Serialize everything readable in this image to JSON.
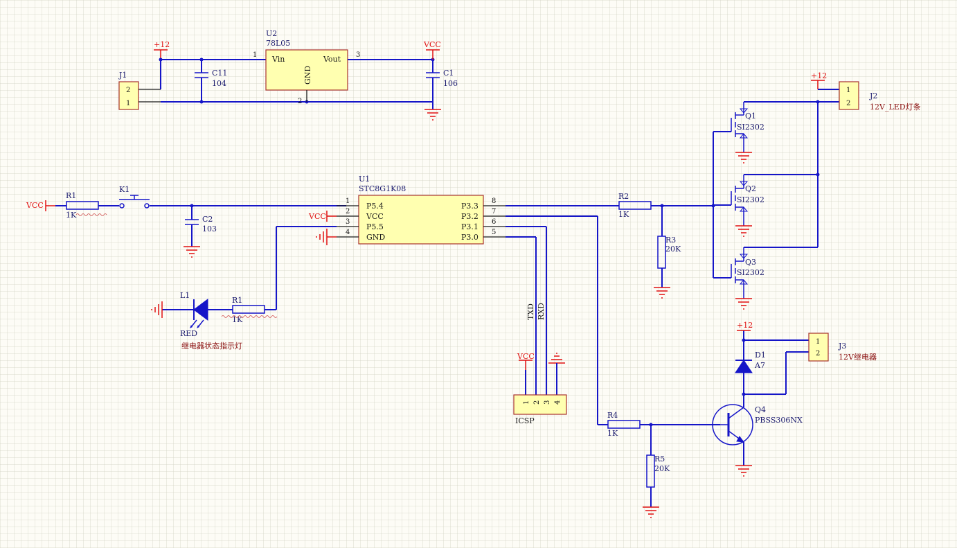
{
  "power": {
    "vcc": "VCC",
    "p12": "+12"
  },
  "regulator": {
    "designator": "U2",
    "value": "78L05",
    "vin": "Vin",
    "vout": "Vout",
    "gnd": "GND",
    "pin_in": "1",
    "pin_out": "3",
    "pin_gnd": "2"
  },
  "connectors": {
    "j1": {
      "designator": "J1",
      "pin_a": "2",
      "pin_b": "1"
    },
    "j2": {
      "designator": "J2",
      "value": "12V_LED灯条",
      "pin_a": "1",
      "pin_b": "2"
    },
    "j3": {
      "designator": "J3",
      "value": "12V继电器",
      "pin_a": "1",
      "pin_b": "2"
    },
    "icsp": {
      "label": "ICSP",
      "pins": [
        "1",
        "2",
        "3",
        "4"
      ]
    }
  },
  "capacitors": {
    "c11": {
      "designator": "C11",
      "value": "104"
    },
    "c1": {
      "designator": "C1",
      "value": "106"
    },
    "c2": {
      "designator": "C2",
      "value": "103"
    }
  },
  "resistors": {
    "r1_top": {
      "designator": "R1",
      "value": "1K"
    },
    "r1_led": {
      "designator": "R1",
      "value": "1K"
    },
    "r2": {
      "designator": "R2",
      "value": "1K"
    },
    "r3": {
      "designator": "R3",
      "value": "20K"
    },
    "r4": {
      "designator": "R4",
      "value": "1K"
    },
    "r5": {
      "designator": "R5",
      "value": "20K"
    }
  },
  "switch": {
    "designator": "K1"
  },
  "mcu": {
    "designator": "U1",
    "value": "STC8G1K08",
    "left_pins": [
      {
        "num": "1",
        "name": "P5.4"
      },
      {
        "num": "2",
        "name": "VCC"
      },
      {
        "num": "3",
        "name": "P5.5"
      },
      {
        "num": "4",
        "name": "GND"
      }
    ],
    "right_pins": [
      {
        "num": "8",
        "name": "P3.3"
      },
      {
        "num": "7",
        "name": "P3.2"
      },
      {
        "num": "6",
        "name": "P3.1"
      },
      {
        "num": "5",
        "name": "P3.0"
      }
    ]
  },
  "led": {
    "designator": "L1",
    "value": "RED",
    "note": "继电器状态指示灯"
  },
  "nets": {
    "txd": "TXD",
    "rxd": "RXD"
  },
  "mosfets": [
    {
      "designator": "Q1",
      "value": "SI2302"
    },
    {
      "designator": "Q2",
      "value": "SI2302"
    },
    {
      "designator": "Q3",
      "value": "SI2302"
    }
  ],
  "diode": {
    "designator": "D1",
    "value": "A7"
  },
  "transistor": {
    "designator": "Q4",
    "value": "PBSS306NX"
  }
}
